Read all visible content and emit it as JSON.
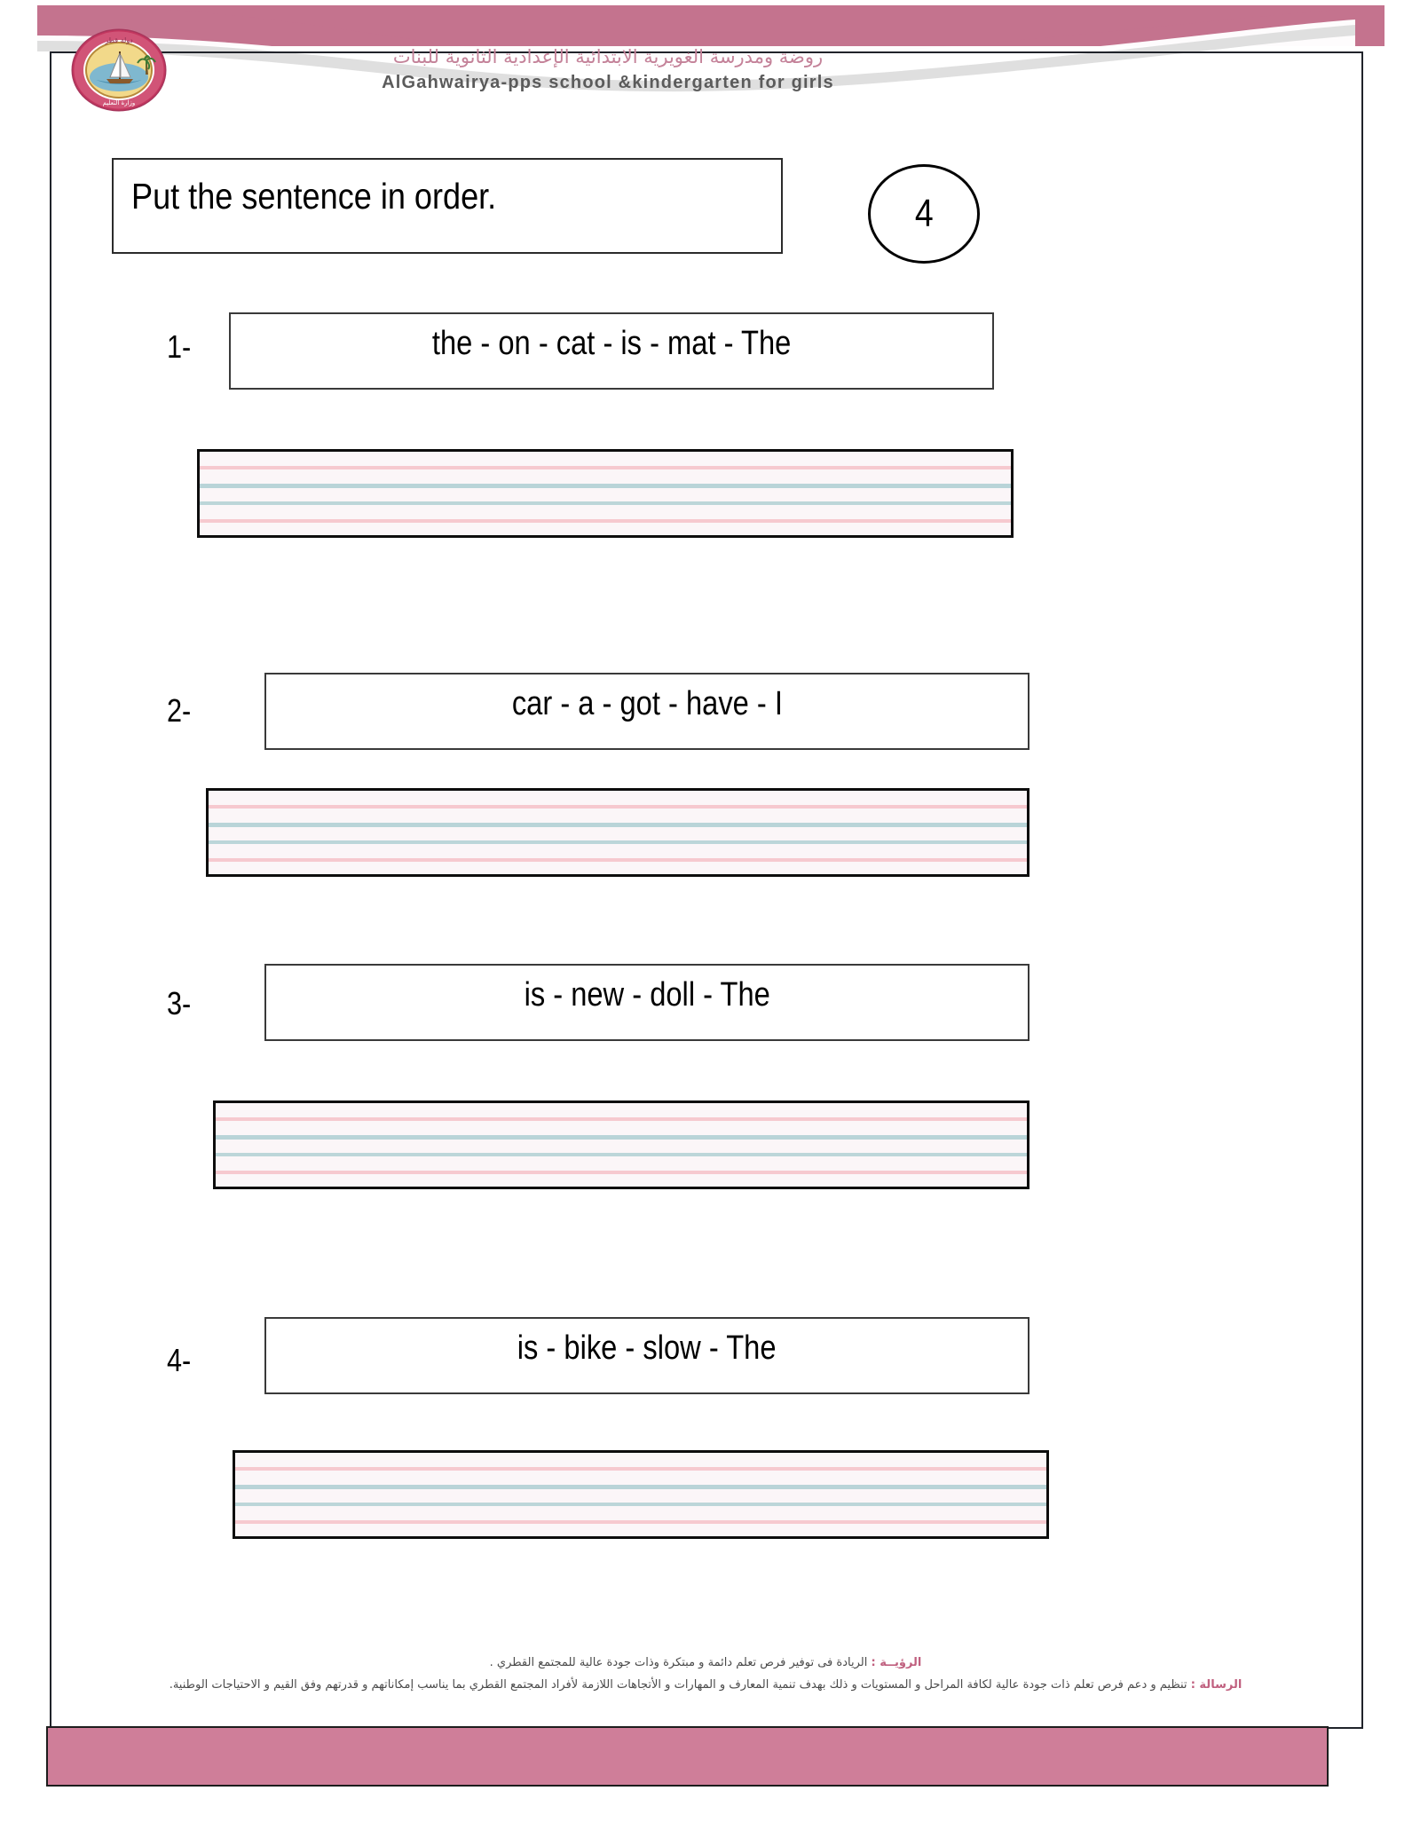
{
  "header": {
    "school_name_ar": "روضة ومدرسة الغويرية الابتدائية الإعدادية الثانوية للبنات",
    "school_name_en": "AlGahwairya-pps school &kindergarten for girls",
    "logo_icon": "qatar-ministry-of-education-seal-icon"
  },
  "worksheet": {
    "instruction": "Put the sentence in order.",
    "page_number": "4",
    "questions": [
      {
        "index": "1-",
        "prompt": "the -  on  -  cat  -  is  -  mat  -  The"
      },
      {
        "index": "2-",
        "prompt": "car   -  a  -  got  -  have  -  I"
      },
      {
        "index": "3-",
        "prompt": "is  -  new  -  doll  -  The"
      },
      {
        "index": "4-",
        "prompt": "is  -  bike  -  slow  -  The"
      }
    ]
  },
  "footer": {
    "vision_label": "الرؤيــة :",
    "vision_text": "الريادة فى توفير فرص تعلم دائمة و مبتكرة وذات جودة عالية للمجتمع القطري .",
    "mission_label": "الرسالة :",
    "mission_text": "تنظيم و دعم فرص تعلم ذات جودة عالية لكافة المراحل و المستويات و ذلك بهدف تنمية المعارف و المهارات و الأتجاهات اللازمة لأفراد المجتمع القطري بما يناسب إمكاناتهم و قدرتهم وفق القيم و الاحتياجات الوطنية."
  },
  "theme": {
    "band_pink": "#c4738e",
    "footer_band_pink": "#cf7e99",
    "header_ar_color": "#c48299",
    "rule_pink": "#f6c9cf",
    "rule_teal": "#b9d4d8",
    "paper_tint": "#fbf6f8"
  }
}
